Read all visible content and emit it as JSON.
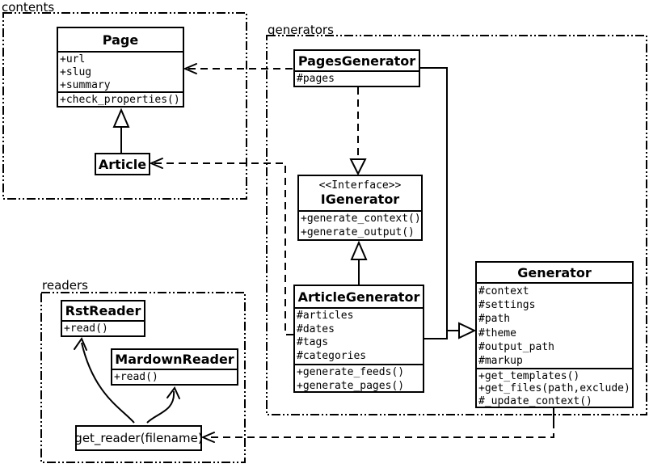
{
  "packages": {
    "contents": {
      "label": "contents"
    },
    "generators": {
      "label": "generators"
    },
    "readers": {
      "label": "readers"
    }
  },
  "classes": {
    "page": {
      "title": "Page",
      "attributes": [
        "+url",
        "+slug",
        "+summary"
      ],
      "methods": [
        "+check_properties()"
      ]
    },
    "article": {
      "title": "Article"
    },
    "pages_generator": {
      "title": "PagesGenerator",
      "attributes": [
        "#pages"
      ]
    },
    "igenerator": {
      "stereotype": "<<Interface>>",
      "title": "IGenerator",
      "methods": [
        "+generate_context()",
        "+generate_output()"
      ]
    },
    "article_generator": {
      "title": "ArticleGenerator",
      "attributes": [
        "#articles",
        "#dates",
        "#tags",
        "#categories"
      ],
      "methods": [
        "+generate_feeds()",
        "+generate_pages()"
      ]
    },
    "generator": {
      "title": "Generator",
      "attributes": [
        "#context",
        "#settings",
        "#path",
        "#theme",
        "#output_path",
        "#markup"
      ],
      "methods": [
        "+get_templates()",
        "+get_files(path,exclude)",
        "#_update_context()"
      ]
    },
    "rst_reader": {
      "title": "RstReader",
      "methods": [
        "+read()"
      ]
    },
    "markdown_reader": {
      "title": "MardownReader",
      "methods": [
        "+read()"
      ]
    },
    "get_reader": {
      "title": "get_reader(filename)"
    }
  },
  "relationships": [
    {
      "from": "Article",
      "to": "Page",
      "type": "generalization"
    },
    {
      "from": "PagesGenerator",
      "to": "IGenerator",
      "type": "realization"
    },
    {
      "from": "ArticleGenerator",
      "to": "IGenerator",
      "type": "generalization"
    },
    {
      "from": "PagesGenerator",
      "to": "Generator",
      "type": "generalization"
    },
    {
      "from": "ArticleGenerator",
      "to": "Generator",
      "type": "generalization"
    },
    {
      "from": "PagesGenerator",
      "to": "Page",
      "type": "dependency"
    },
    {
      "from": "ArticleGenerator",
      "to": "Article",
      "type": "dependency"
    },
    {
      "from": "Generator",
      "to": "get_reader(filename)",
      "type": "dependency"
    },
    {
      "from": "get_reader(filename)",
      "to": "RstReader",
      "type": "arrow"
    },
    {
      "from": "get_reader(filename)",
      "to": "MardownReader",
      "type": "arrow"
    }
  ],
  "colors": {
    "line": "#000000",
    "background": "#ffffff",
    "box_fill": "#ffffff"
  }
}
